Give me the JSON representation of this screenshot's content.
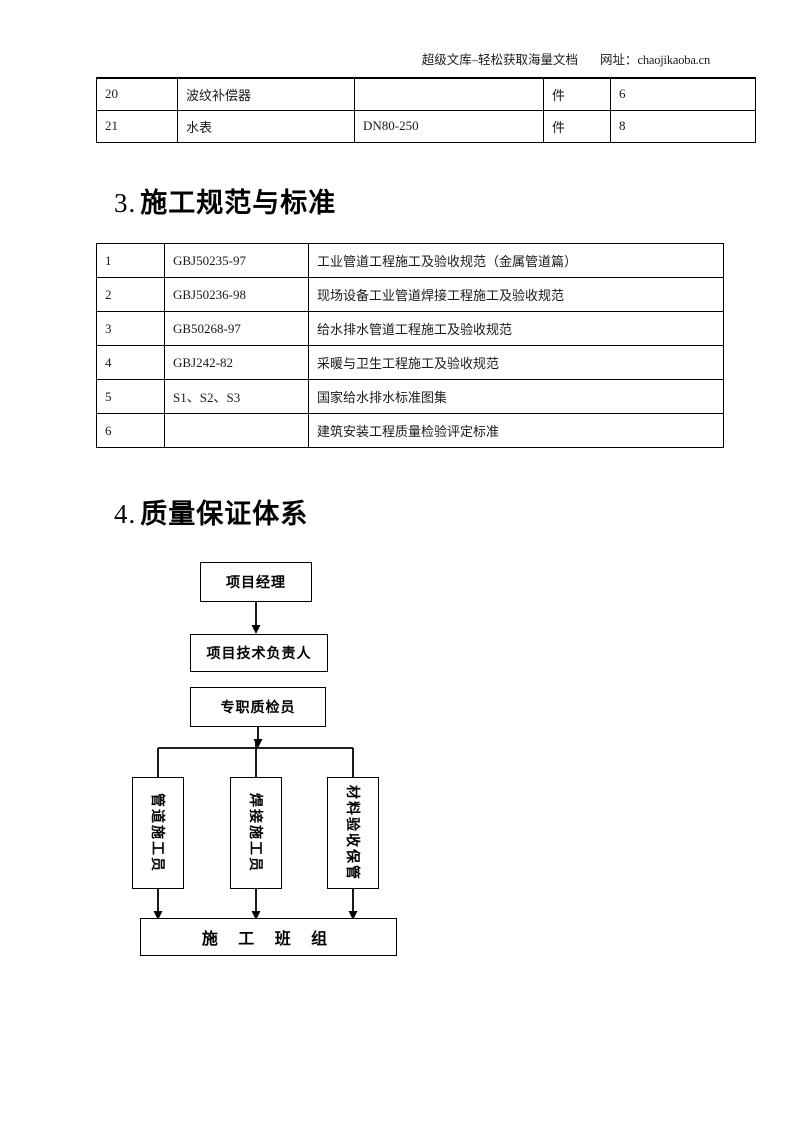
{
  "header": {
    "title": "超级文库–轻松获取海量文档",
    "site_label": "网址：",
    "url": "chaojikaoba.cn"
  },
  "materials_table": {
    "rows": [
      {
        "no": "20",
        "name": "波纹补偿器",
        "spec": "",
        "unit": "件",
        "qty": "6"
      },
      {
        "no": "21",
        "name": "水表",
        "spec": "DN80-250",
        "unit": "件",
        "qty": "8"
      }
    ]
  },
  "section3": {
    "number": "3.",
    "title": "施工规范与标准",
    "table": {
      "rows": [
        {
          "no": "1",
          "code": "GBJ50235-97",
          "name": "工业管道工程施工及验收规范（金属管道篇）"
        },
        {
          "no": "2",
          "code": "GBJ50236-98",
          "name": "现场设备工业管道焊接工程施工及验收规范"
        },
        {
          "no": "3",
          "code": "GB50268-97",
          "name": "给水排水管道工程施工及验收规范"
        },
        {
          "no": "4",
          "code": "GBJ242-82",
          "name": "采暖与卫生工程施工及验收规范"
        },
        {
          "no": "5",
          "code": "S1、S2、S3",
          "name": "国家给水排水标准图集"
        },
        {
          "no": "6",
          "code": "",
          "name": "建筑安装工程质量检验评定标准"
        }
      ]
    }
  },
  "section4": {
    "number": "4.",
    "title": "质量保证体系",
    "flowchart": {
      "project_manager": "项目经理",
      "tech_lead": "项目技术负责人",
      "qc_inspector": "专职质检员",
      "pipe_worker": "管道施工员",
      "weld_worker": "焊接施工员",
      "material_keeper": "材料验收保管",
      "construction_team": "施 工 班 组"
    }
  }
}
